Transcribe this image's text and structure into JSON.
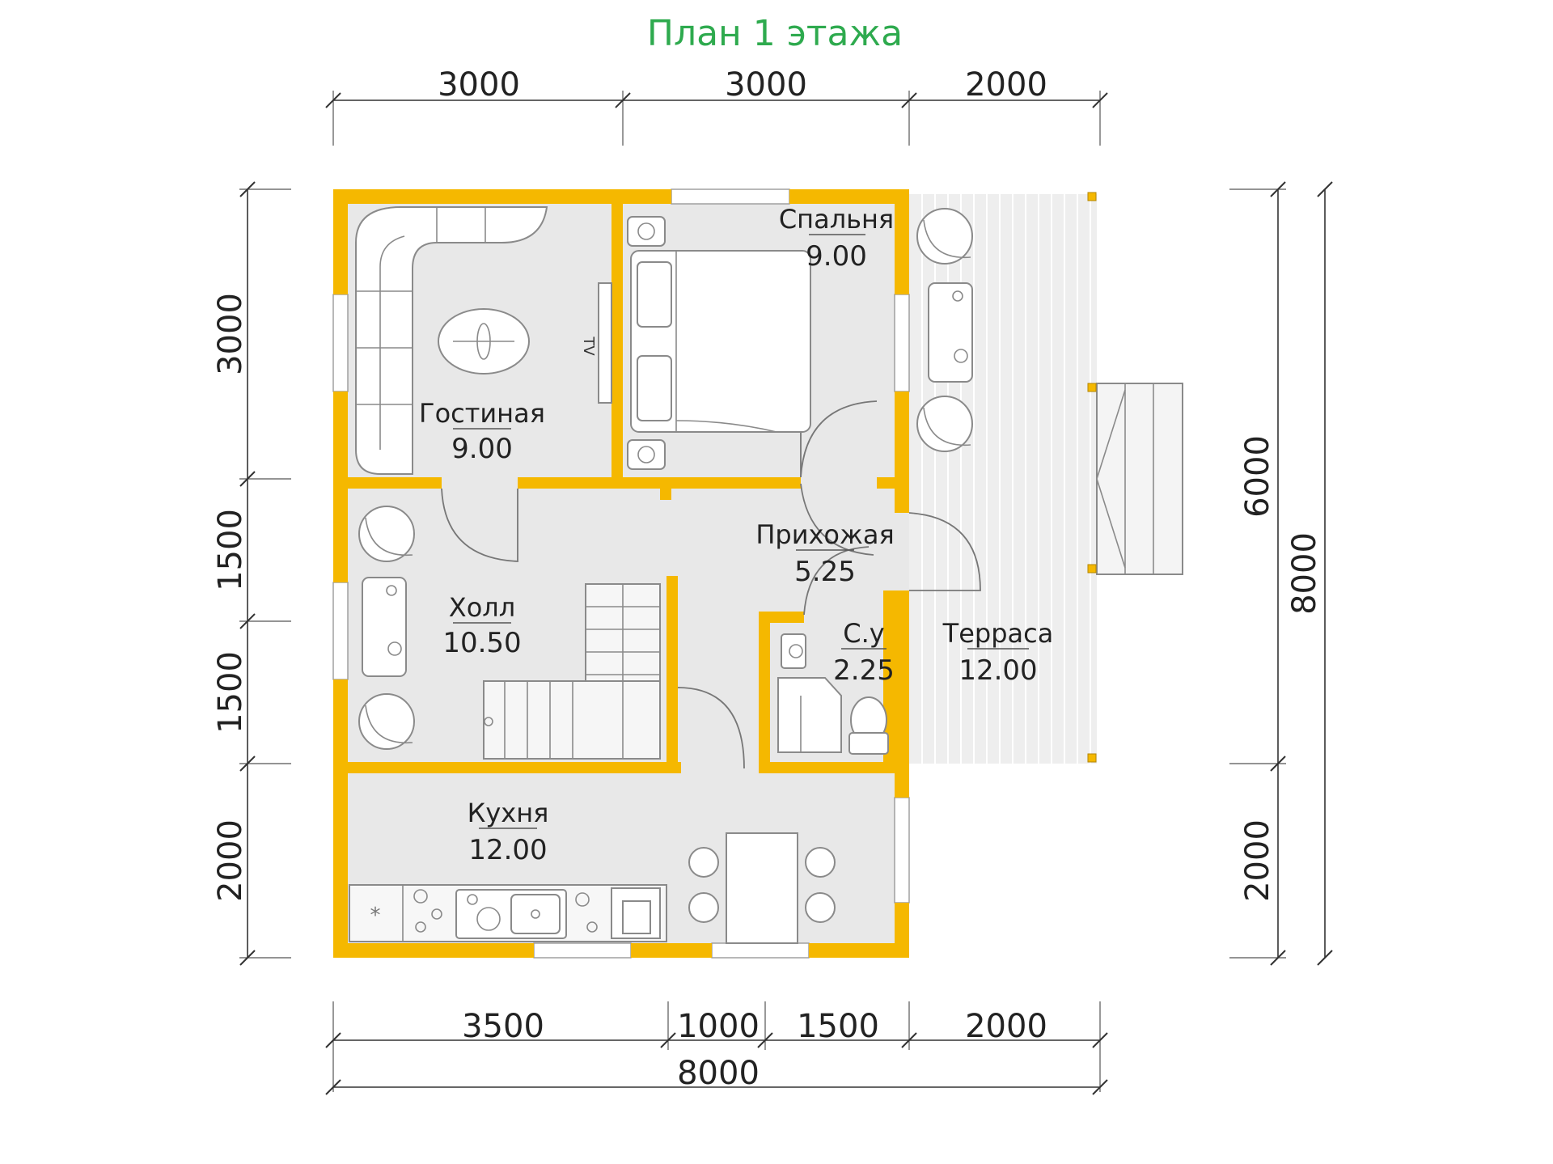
{
  "title": "План 1 этажа",
  "colors": {
    "title": "#2eaa4e",
    "wall": "#f5b800",
    "floor": "#e8e8e8",
    "terrace": "#eeeeee"
  },
  "dimensions": {
    "top": [
      "3000",
      "3000",
      "2000"
    ],
    "bottom": [
      "3500",
      "1000",
      "1500",
      "2000"
    ],
    "bottom_total": "8000",
    "left": [
      "3000",
      "1500",
      "1500",
      "2000"
    ],
    "right_inner": [
      "6000",
      "2000"
    ],
    "right_total": "8000"
  },
  "rooms": [
    {
      "id": "living",
      "name": "Гостиная",
      "area": "9.00"
    },
    {
      "id": "bedroom",
      "name": "Спальня",
      "area": "9.00"
    },
    {
      "id": "hall",
      "name": "Холл",
      "area": "10.50"
    },
    {
      "id": "entrance",
      "name": "Прихожая",
      "area": "5.25"
    },
    {
      "id": "bathroom",
      "name": "С.у",
      "area": "2.25"
    },
    {
      "id": "terrace",
      "name": "Терраса",
      "area": "12.00"
    },
    {
      "id": "kitchen",
      "name": "Кухня",
      "area": "12.00"
    }
  ],
  "labels": {
    "tv": "TV"
  },
  "icons": {
    "armchair": "armchair-icon",
    "table": "table-icon",
    "bed": "bed-icon",
    "sofa": "sofa-icon",
    "toilet": "toilet-icon",
    "shower": "shower-icon",
    "sink": "sink-icon",
    "stove": "stove-icon",
    "stairs": "stairs-icon"
  }
}
